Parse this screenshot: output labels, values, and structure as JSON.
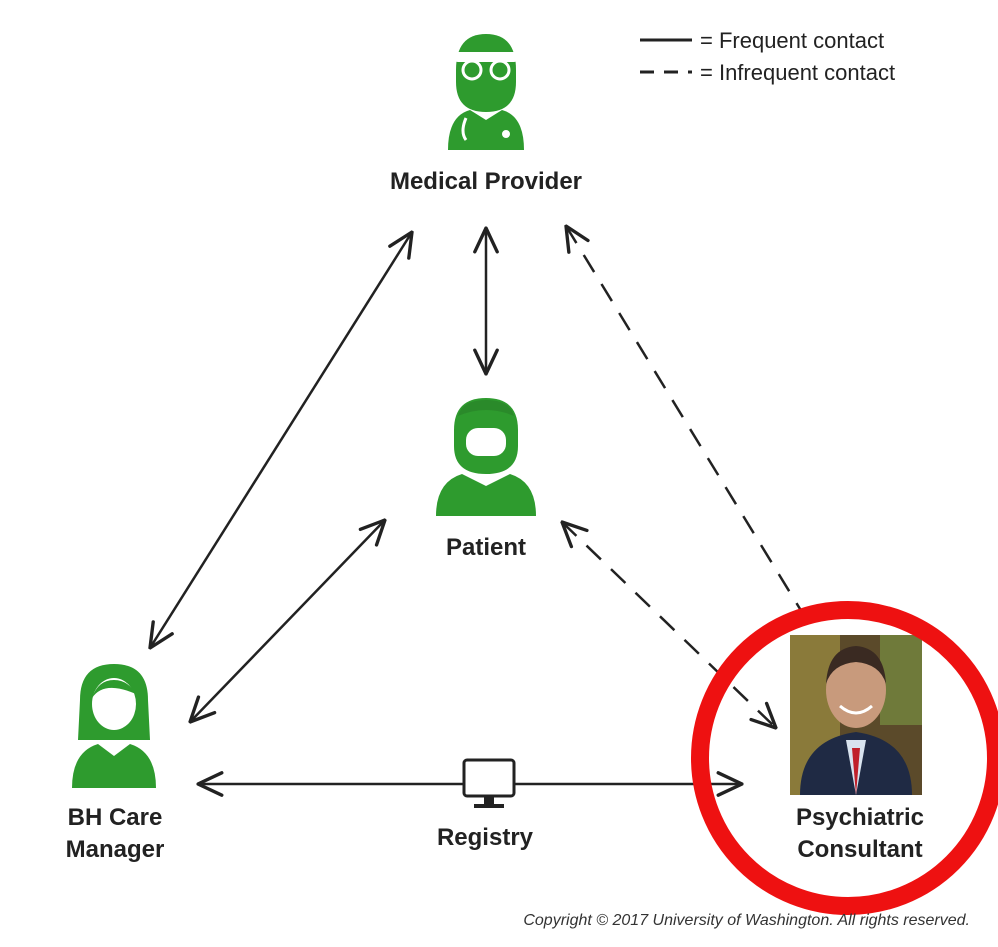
{
  "legend": {
    "frequent": "= Frequent contact",
    "infrequent": "= Infrequent contact"
  },
  "nodes": {
    "medical_provider": "Medical Provider",
    "patient": "Patient",
    "bh_care_manager_line1": "BH Care",
    "bh_care_manager_line2": "Manager",
    "psychiatric_consultant_line1": "Psychiatric",
    "psychiatric_consultant_line2": "Consultant",
    "registry": "Registry"
  },
  "copyright": "Copyright © 2017 University of Washington. All rights reserved.",
  "colors": {
    "icon_green": "#2e9b2e",
    "arrow": "#222222",
    "highlight_circle": "#ee1111"
  },
  "icons": [
    "doctor-icon",
    "patient-icon",
    "care-manager-icon",
    "computer-monitor-icon",
    "consultant-photo"
  ]
}
